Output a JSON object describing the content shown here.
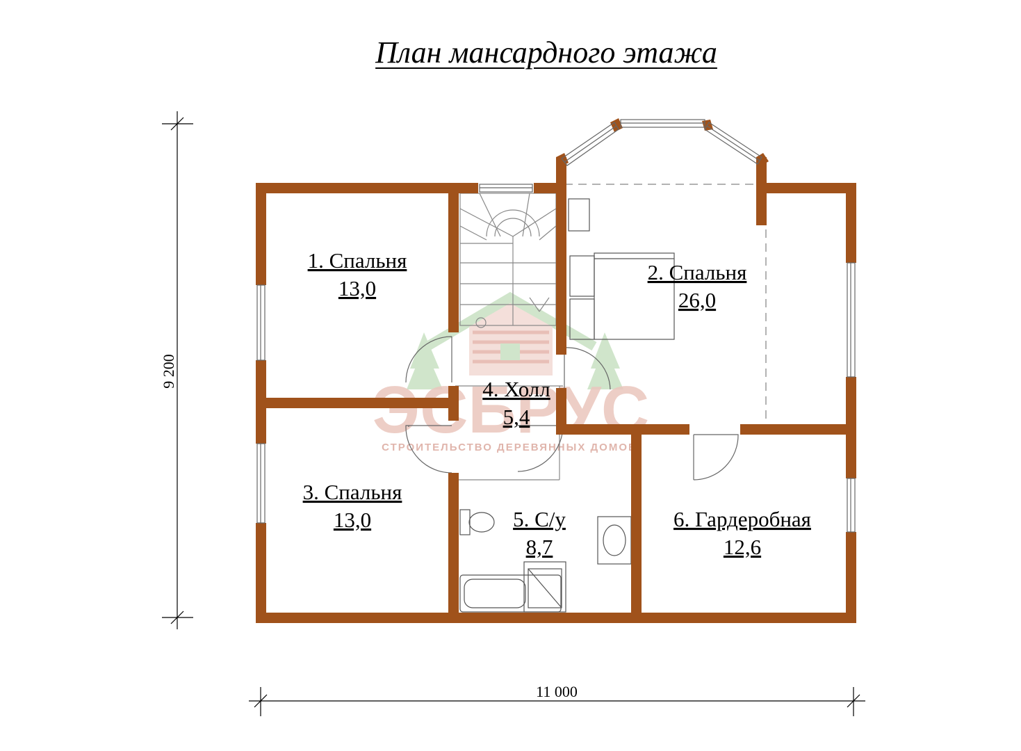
{
  "title": "План мансардного этажа",
  "dimensions": {
    "width": "11 000",
    "height": "9 200"
  },
  "rooms": [
    {
      "name": "1. Спальня",
      "area": "13,0"
    },
    {
      "name": "2. Спальня",
      "area": "26,0"
    },
    {
      "name": "3. Спальня",
      "area": "13,0"
    },
    {
      "name": "4. Холл",
      "area": "5,4"
    },
    {
      "name": "5. С/у",
      "area": "8,7"
    },
    {
      "name": "6. Гардеробная",
      "area": "12,6"
    }
  ],
  "watermark": {
    "brand": "ЭСБРУС",
    "tagline": "СТРОИТЕЛЬСТВО ДЕРЕВЯННЫХ ДОМОВ"
  },
  "colors": {
    "wall": "#A0521B",
    "watermark_red": "#E6B9B0",
    "watermark_green": "#CBE3C6"
  }
}
